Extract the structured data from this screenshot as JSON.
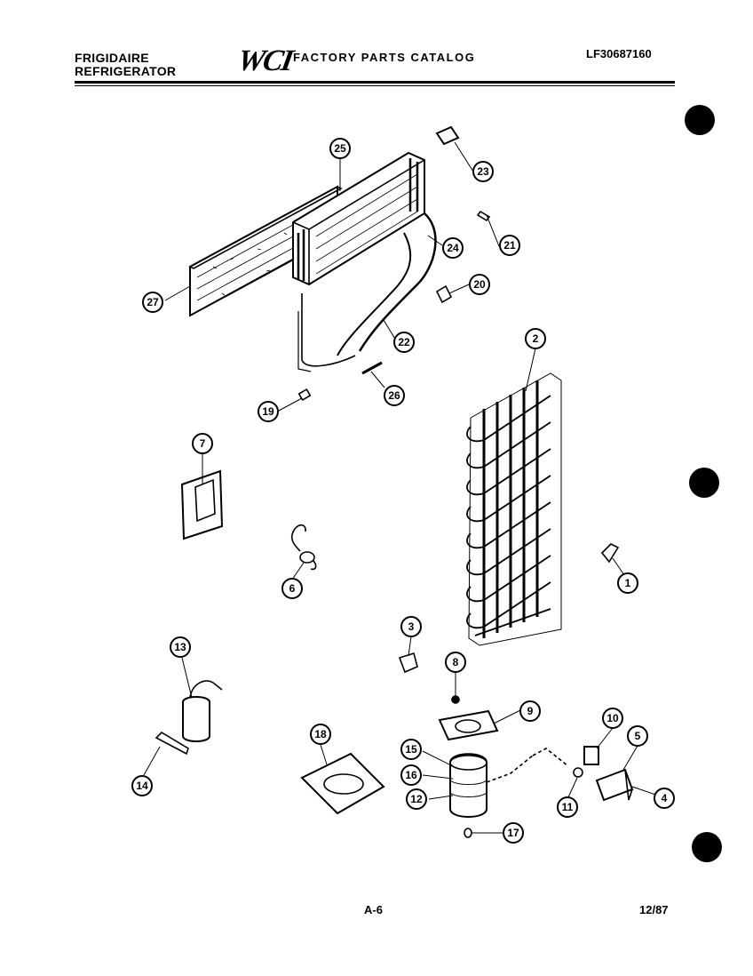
{
  "header": {
    "brand_line1": "FRIGIDAIRE",
    "brand_line2": "REFRIGERATOR",
    "logo_text": "WCI",
    "catalog_title": "FACTORY PARTS CATALOG",
    "model_number": "LF30687160"
  },
  "footer": {
    "page_number": "A-6",
    "date": "12/87"
  },
  "parts": [
    {
      "label": "1"
    },
    {
      "label": "2"
    },
    {
      "label": "3"
    },
    {
      "label": "4"
    },
    {
      "label": "5"
    },
    {
      "label": "6"
    },
    {
      "label": "7"
    },
    {
      "label": "8"
    },
    {
      "label": "9"
    },
    {
      "label": "10"
    },
    {
      "label": "11"
    },
    {
      "label": "12"
    },
    {
      "label": "13"
    },
    {
      "label": "14"
    },
    {
      "label": "15"
    },
    {
      "label": "16"
    },
    {
      "label": "17"
    },
    {
      "label": "18"
    },
    {
      "label": "19"
    },
    {
      "label": "20"
    },
    {
      "label": "21"
    },
    {
      "label": "22"
    },
    {
      "label": "23"
    },
    {
      "label": "24"
    },
    {
      "label": "25"
    },
    {
      "label": "26"
    },
    {
      "label": "27"
    }
  ]
}
